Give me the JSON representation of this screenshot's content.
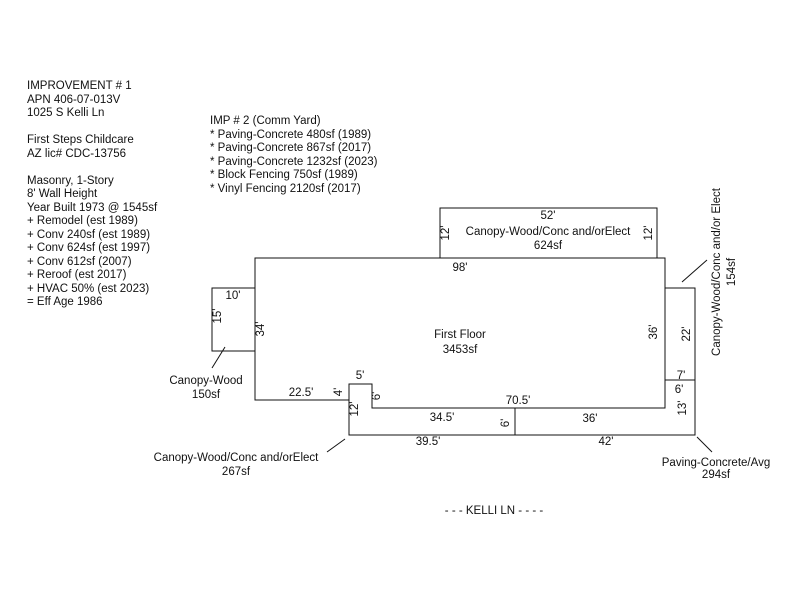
{
  "improvement": {
    "lines1": [
      "IMPROVEMENT # 1",
      "APN 406-07-013V",
      "1025 S Kelli Ln"
    ],
    "lines2": [
      "First Steps Childcare",
      "AZ lic# CDC-13756"
    ],
    "lines3": [
      "Masonry, 1-Story",
      "8' Wall Height",
      "Year Built 1973 @ 1545sf",
      "+ Remodel (est 1989)",
      "+ Conv 240sf (est 1989)",
      "+ Conv 624sf (est 1997)",
      "+ Conv 612sf (2007)",
      "+ Reroof (est 2017)",
      "+ HVAC 50% (est 2023)",
      "= Eff Age 1986"
    ]
  },
  "imp2": {
    "lines": [
      "IMP # 2 (Comm Yard)",
      "* Paving-Concrete 480sf (1989)",
      "* Paving-Concrete 867sf (2017)",
      "* Paving-Concrete 1232sf (2023)",
      "* Block Fencing 750sf (1989)",
      "* Vinyl Fencing 2120sf (2017)"
    ]
  },
  "sketch": {
    "first_floor": {
      "name": "First Floor",
      "area": "3453sf"
    },
    "dims": {
      "top_98": "98'",
      "left_34": "34'",
      "right_36": "36'",
      "bottom_22_5": "22.5'",
      "step_4": "4'",
      "step_5": "5'",
      "step_6a": "6'",
      "bottom_34_5": "34.5'",
      "bottom_70_5": "70.5'",
      "bottom_36": "36'",
      "step_7": "7'",
      "step_6b": "6'",
      "top_52": "52'",
      "canopy_left_12": "12'",
      "canopy_right_12": "12'",
      "left_10": "10'",
      "left_15": "15'",
      "right_22": "22'",
      "front_12": "12'",
      "front_6": "6'",
      "front_39_5": "39.5'",
      "front_42": "42'",
      "front_13": "13'"
    },
    "areas": {
      "canopy_top": {
        "name": "Canopy-Wood/Conc and/orElect",
        "area": "624sf"
      },
      "canopy_left": {
        "name": "Canopy-Wood",
        "area": "150sf"
      },
      "canopy_right": {
        "name": "Canopy-Wood/Conc and/or Elect",
        "area": "154sf"
      },
      "canopy_front": {
        "name": "Canopy-Wood/Conc and/orElect",
        "area": "267sf"
      },
      "paving": {
        "name": "Paving-Concrete/Avg",
        "area": "294sf"
      }
    },
    "street": "- - - KELLI LN - - - -"
  }
}
